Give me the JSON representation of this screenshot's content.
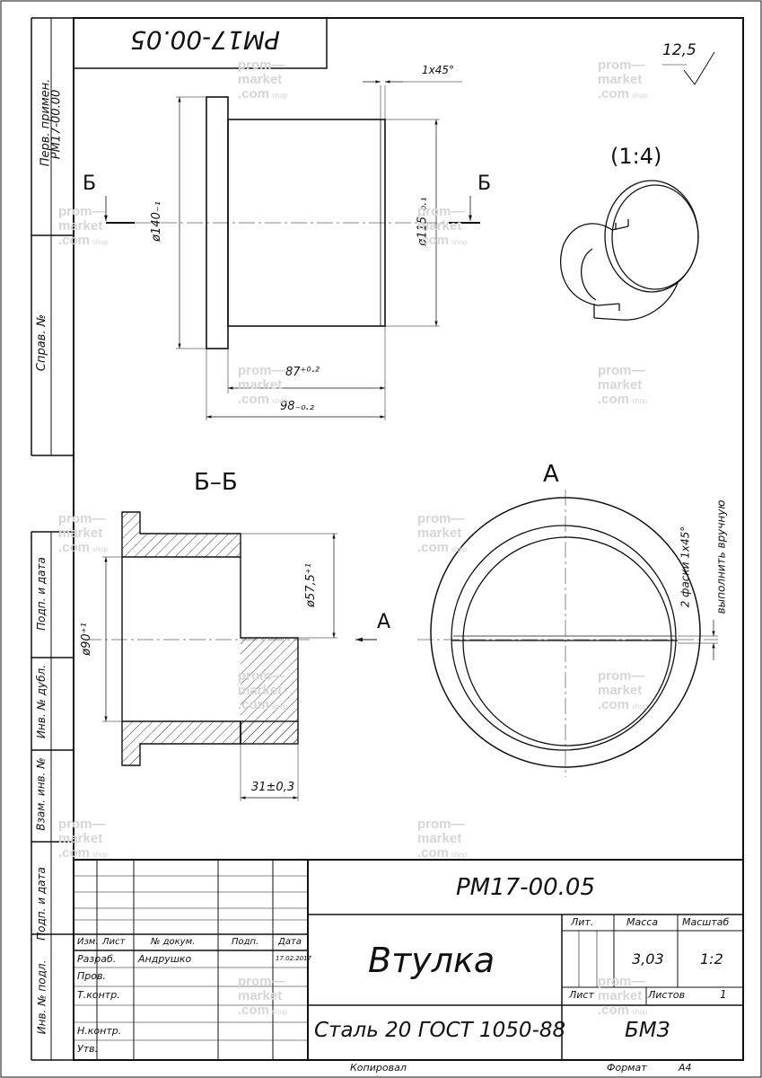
{
  "drawing": {
    "code": "РМ17-00.05",
    "code_mirrored": "РМ17-00.05",
    "title": "Втулка",
    "material": "Сталь 20  ГОСТ 1050-88",
    "company": "БМЗ",
    "mass": "3,03",
    "scale": "1:2",
    "sheet": "1",
    "copied_by": "Копировал",
    "format_label": "Формат",
    "format": "А4",
    "surface_roughness": "12,5",
    "view_scale_note": "(1:4)",
    "section_label": "Б–Б",
    "section_mark": "Б",
    "view_label": "А",
    "chamfer": "1x45°",
    "chamfer_note_1": "2 фаски 1х45°",
    "chamfer_note_2": "выполнить вручную"
  },
  "dimensions": {
    "d140": "ø140₋₁",
    "d115": "ø115₋₀.₁",
    "d57": "ø57,5⁺¹",
    "d90": "ø90⁺¹",
    "l87": "87⁺⁰·²",
    "l98": "98₋₀.₂",
    "l31": "31±0,3"
  },
  "side_strip": {
    "perv_primen": "Перв. примен.",
    "perv_value": "РМ17-00.00",
    "sprav": "Справ. №",
    "podp_data": "Подп. и дата",
    "inv_dubl": "Инв. № дубл.",
    "vzam_inv": "Взам. инв. №",
    "podp_data2": "Подп. и дата",
    "inv_podl": "Инв. № подл."
  },
  "title_block": {
    "izm": "Изм.",
    "list": "Лист",
    "n_dokum": "№ докум.",
    "podp": "Подп.",
    "data": "Дата",
    "razrab": "Разраб.",
    "razrab_name": "Андрушко",
    "razrab_date": "17.02.2017",
    "prov": "Пров.",
    "tkontr": "Т.контр.",
    "nkontr": "Н.контр.",
    "utv": "Утв.",
    "lit": "Лит.",
    "massa": "Масса",
    "masshtab": "Масштаб",
    "list2": "Лист",
    "listov": "Листов"
  },
  "watermark": {
    "l1": "prom—",
    "l2": "market",
    "l3": ".com",
    "shop": "shop"
  }
}
